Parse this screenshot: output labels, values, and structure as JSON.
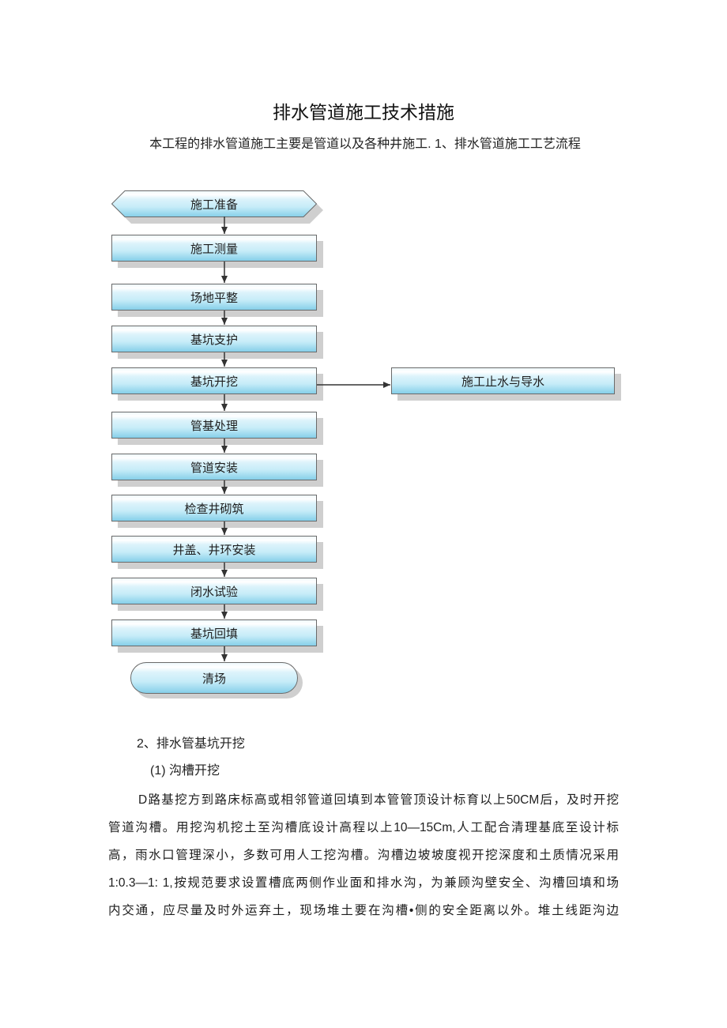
{
  "document": {
    "title": "排水管道施工技术措施",
    "intro": "本工程的排水管道施工主要是管道以及各种井施工. 1、排水管道施工工艺流程",
    "flowchart": {
      "start": "施工准备",
      "steps": [
        "施工测量",
        "场地平整",
        "基坑支护",
        "基坑开挖",
        "管基处理",
        "管道安装",
        "检查井砌筑",
        "井盖、井环安装",
        "闭水试验",
        "基坑回填"
      ],
      "branch_label": "施工止水与导水",
      "end": "清场"
    },
    "section_heading": "2、排水管基坑开挖",
    "subsection_heading": "(1)  沟槽开挖",
    "paragraph_lines": [
      "D路基挖方到路床标高或相邻管道回填到本管管顶设计标育以上50CM后，及时开挖",
      "管道沟槽。用挖沟机挖土至沟槽底设计高程以上10—15Cm,人工配合清理基底至设计标",
      "高，雨水口管理深小，多数可用人工挖沟槽。沟槽边坡坡度视开挖深度和土质情况采用",
      "1:0.3—1: 1,按规范要求设置槽底两侧作业面和排水沟，为兼顾沟壁安全、沟槽回填和场",
      "内交通，应尽量及时外运弃土，现场堆土要在沟槽•侧的安全距离以外。堆土线距沟边"
    ]
  },
  "colors": {
    "node_top": "#ffffff",
    "node_mid": "#c6ecf8",
    "node_bottom": "#86cfe9",
    "node_border": "#6a6a6a",
    "shadow": "#cfcfcf",
    "arrow": "#333333"
  }
}
